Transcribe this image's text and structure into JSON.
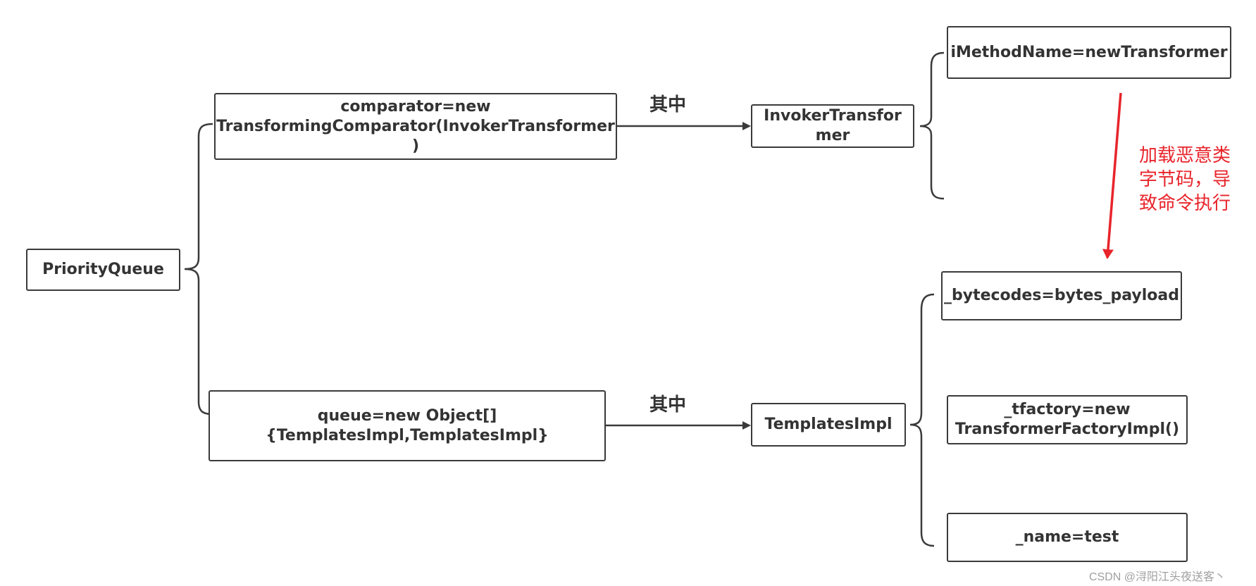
{
  "nodes": {
    "root": "PriorityQueue",
    "comparator_line1": "comparator=new",
    "comparator_line2": "TransformingComparator(InvokerTransformer )",
    "queue_line1": "queue=new Object[]",
    "queue_line2": "{TemplatesImpl,TemplatesImpl}",
    "invoker_line1": "InvokerTransfor",
    "invoker_line2": "mer",
    "templates": "TemplatesImpl",
    "imethod": "iMethodName=newTransformer",
    "bytecodes": "_bytecodes=bytes_payload",
    "tfactory_line1": "_tfactory=new",
    "tfactory_line2": "TransformerFactoryImpl()",
    "name": "_name=test"
  },
  "edge_labels": {
    "top": "其中",
    "bottom": "其中"
  },
  "annotation": {
    "line1": "加载恶意类",
    "line2": "字节码，导",
    "line3": "致命令执行",
    "color": "#e8242b"
  },
  "watermark": "CSDN @浔阳江头夜送客丶",
  "colors": {
    "stroke": "#3a3a3a",
    "text": "#333333",
    "accent": "#e8242b"
  }
}
